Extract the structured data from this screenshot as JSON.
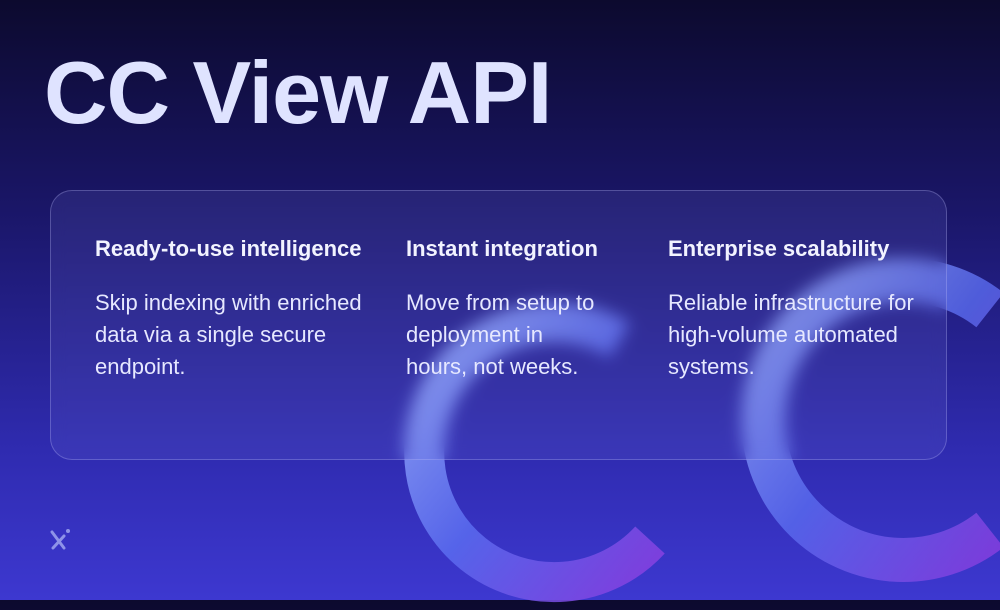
{
  "title": "CC View API",
  "features": [
    {
      "heading": "Ready-to-use intelligence",
      "text": "Skip indexing with enriched data via a single secure endpoint."
    },
    {
      "heading": "Instant integration",
      "text": "Move from setup to deployment in hours, not weeks."
    },
    {
      "heading": "Enterprise scalability",
      "text": "Reliable infrastructure for high-volume automated systems."
    }
  ],
  "logo": "x-logo-icon",
  "colors": {
    "background_top": "#0c0a2e",
    "background_bottom": "#3d38d0",
    "title": "#dfe3ff",
    "accent": "#6a8cff"
  }
}
